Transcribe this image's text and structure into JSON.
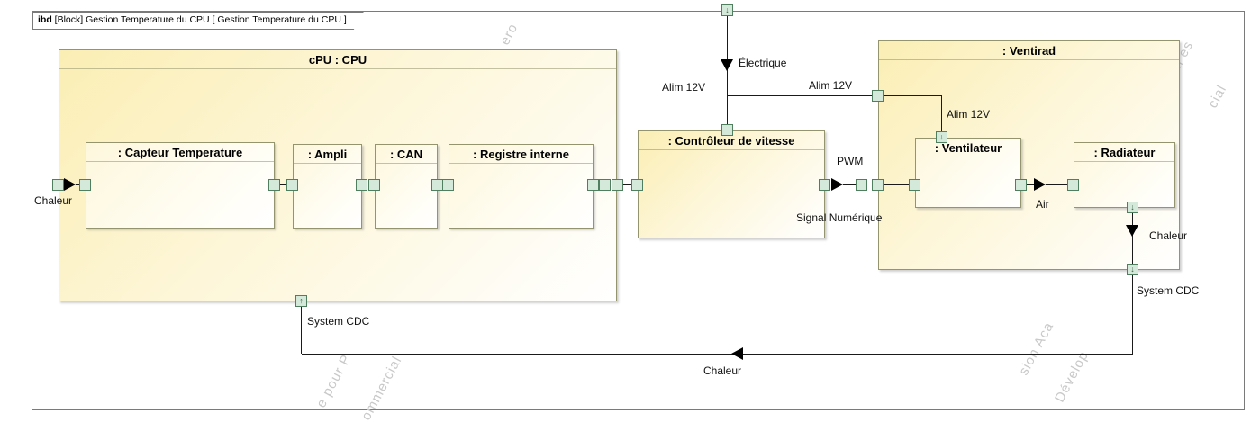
{
  "frame": {
    "keyword": "ibd",
    "title": "[Block] Gestion Temperature du CPU [ Gestion Temperature du CPU ]"
  },
  "blocks": {
    "cpu": {
      "label": "cPU : CPU"
    },
    "capteur": {
      "label": ": Capteur Temperature"
    },
    "ampli": {
      "label": ": Ampli"
    },
    "can": {
      "label": ": CAN"
    },
    "registre": {
      "label": ": Registre interne"
    },
    "controleur": {
      "label": ": Contrôleur de vitesse"
    },
    "ventirad": {
      "label": ": Ventirad"
    },
    "ventilateur": {
      "label": ": Ventilateur"
    },
    "radiateur": {
      "label": ": Radiateur"
    }
  },
  "labels": {
    "chaleur_in": "Chaleur",
    "electrique": "Électrique",
    "alim_12v_left": "Alim 12V",
    "alim_12v_mid": "Alim 12V",
    "alim_12v_inner": "Alim 12V",
    "pwm": "PWM",
    "signal_numerique": "Signal Numérique",
    "air": "Air",
    "chaleur_out": "Chaleur",
    "system_cdc_right": "System CDC",
    "system_cdc_left": "System CDC",
    "chaleur_return": "Chaleur"
  },
  "colors": {
    "block_fill": "#fbeeb4",
    "block_border": "#94946e",
    "port_fill": "#d5e9da",
    "port_border": "#4f7f5f",
    "connector": "#000000"
  },
  "watermark": {
    "fragments": [
      "ero",
      "ercial es",
      "cial",
      "e pour P",
      "ommercial",
      "sion Aca",
      "Dévelop"
    ]
  }
}
